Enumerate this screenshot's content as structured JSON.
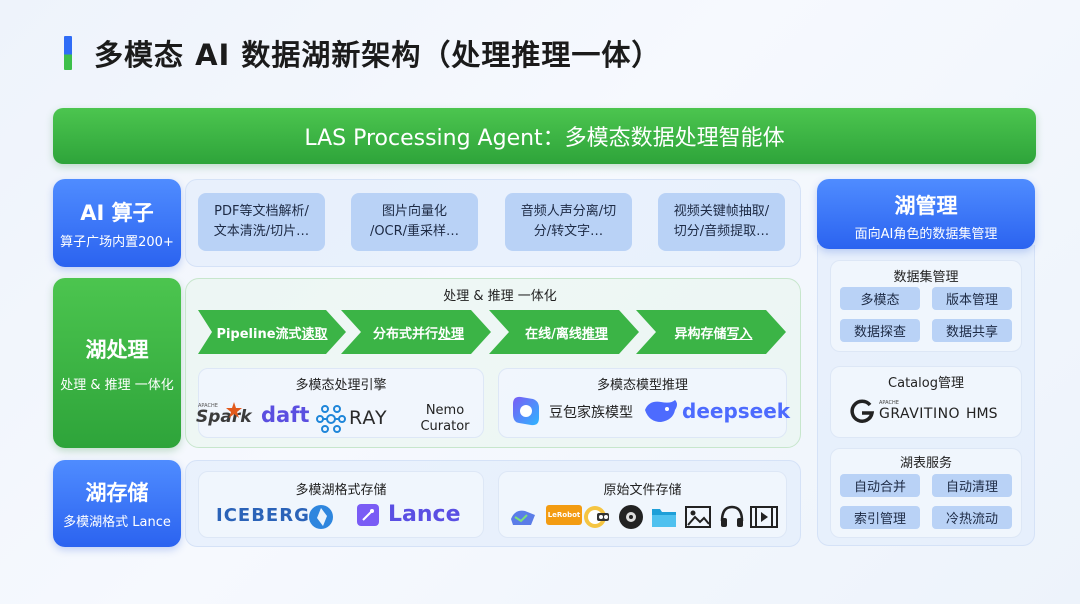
{
  "title": "多模态 AI 数据湖新架构（处理推理一体）",
  "agent_banner": "LAS Processing Agent：多模态数据处理智能体",
  "ai_ops": {
    "label": "AI 算子",
    "sublabel": "算子广场内置200+",
    "items": [
      {
        "line1": "PDF等文档解析/",
        "line2": "文本清洗/切片…"
      },
      {
        "line1": "图片向量化",
        "line2": "/OCR/重采样…"
      },
      {
        "line1": "音频人声分离/切",
        "line2": "分/转文字…"
      },
      {
        "line1": "视频关键帧抽取/",
        "line2": "切分/音频提取…"
      }
    ]
  },
  "lake_processing": {
    "label": "湖处理",
    "sublabel": "处理 & 推理 一体化",
    "flow_title": "处理 & 推理 一体化",
    "arrows": [
      {
        "prefix": "Pipeline流式",
        "emph": "读取"
      },
      {
        "prefix": "分布式并行",
        "emph": "处理"
      },
      {
        "prefix": "在线/离线",
        "emph": "推理"
      },
      {
        "prefix": "异构存储",
        "emph": "写入"
      }
    ],
    "engine_title": "多模态处理引擎",
    "engines": {
      "spark_small": "APACHE",
      "spark": "Spark",
      "daft": "daft",
      "ray": "RAY",
      "nemo_line1": "Nemo",
      "nemo_line2": "Curator"
    },
    "inference_title": "多模态模型推理",
    "models": {
      "doubao": "豆包家族模型",
      "deepseek": "deepseek"
    }
  },
  "lake_storage": {
    "label": "湖存储",
    "sublabel": "多模湖格式 Lance",
    "format_title": "多模湖格式存储",
    "formats": {
      "iceberg": "ICEBERG",
      "lance": "Lance"
    },
    "raw_title": "原始文件存储",
    "raw_icons": {
      "lerobot": "LeRobot",
      "icons": [
        "webdataset-icon",
        "lerobot-icon",
        "robot-icon",
        "disc-icon",
        "folder-icon",
        "image-icon",
        "headphones-icon",
        "video-icon"
      ]
    }
  },
  "lake_management": {
    "label": "湖管理",
    "sublabel": "面向AI角色的数据集管理",
    "dataset": {
      "title": "数据集管理",
      "chips": [
        "多模态",
        "版本管理",
        "数据探查",
        "数据共享"
      ]
    },
    "catalog": {
      "title": "Catalog管理",
      "gravitino_small": "APACHE",
      "gravitino": "GRAVITINO",
      "hms": "HMS"
    },
    "table_service": {
      "title": "湖表服务",
      "chips": [
        "自动合并",
        "自动清理",
        "索引管理",
        "冷热流动"
      ]
    }
  },
  "colors": {
    "blue": "#2b63f0",
    "green": "#2ea43a",
    "chip": "#b9d2f6"
  }
}
